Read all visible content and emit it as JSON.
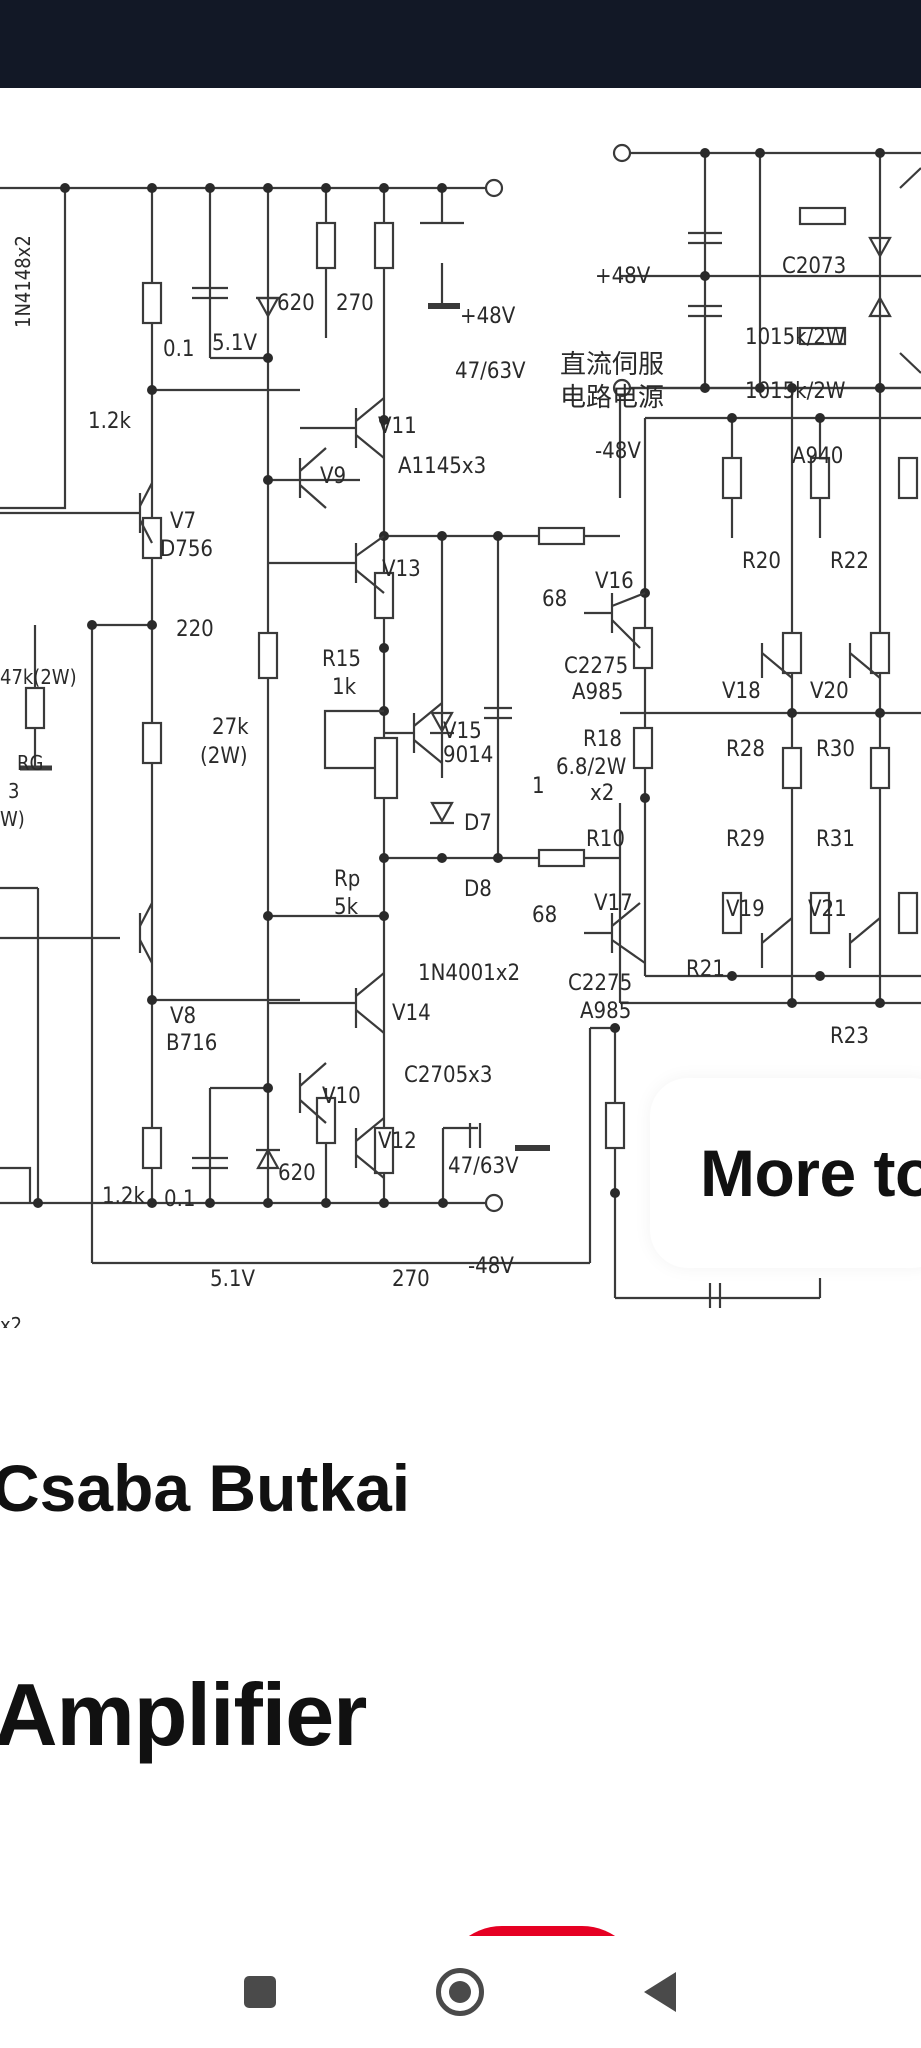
{
  "more_card": {
    "label": "More to"
  },
  "pin": {
    "author": "Csaba Butkai",
    "title": "Amplifier"
  },
  "system_nav": {
    "recents_icon": "square-icon",
    "home_icon": "circle-home-icon",
    "back_icon": "triangle-back-icon"
  },
  "schematic": {
    "labels": [
      "1N4148x2",
      "0.1",
      "5.1V",
      "620",
      "270",
      "+48V",
      "47/63V",
      "1.2k",
      "V11",
      "V9",
      "A1145x3",
      "V7",
      "D756",
      "220",
      "V13",
      "47k(2W)",
      "R15",
      "1k",
      "27k",
      "(2W)",
      "V15",
      "9014",
      "68",
      "V16",
      "C2275",
      "A985",
      "R18",
      "6.8/2W",
      "x2",
      "1",
      "D7",
      "Rp",
      "5k",
      "D8",
      "R10",
      "V17",
      "1N4001x2",
      "V8",
      "B716",
      "V14",
      "C2705x3",
      "V10",
      "V12",
      "-48V",
      "C2073",
      "15k/2W",
      "10",
      "A940",
      "直流伺服",
      "电路电源",
      "R20",
      "R22",
      "V18",
      "V20",
      "R28",
      "R30",
      "R29",
      "R31",
      "V19",
      "V21",
      "R21",
      "R23",
      "RG",
      "3",
      "W)",
      "x2"
    ]
  }
}
